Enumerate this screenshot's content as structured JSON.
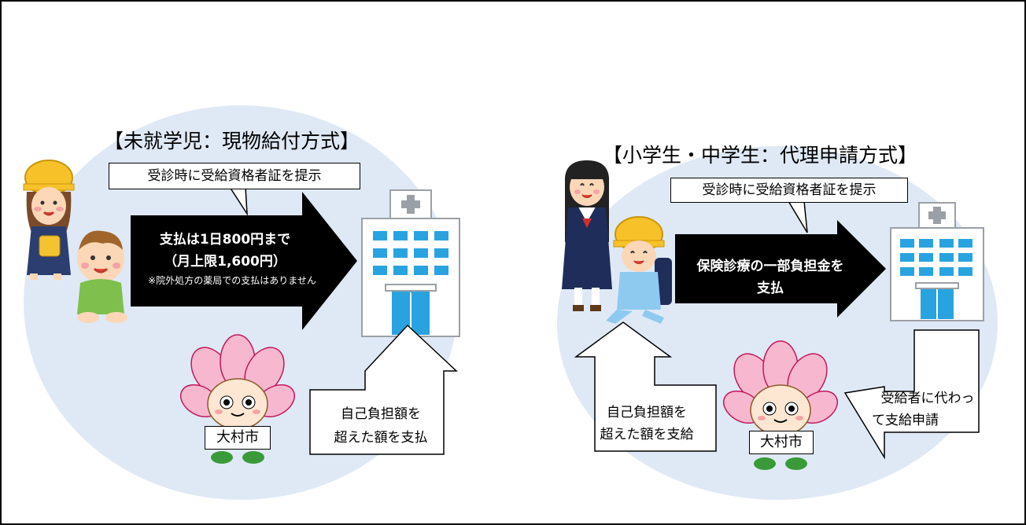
{
  "left": {
    "title": "【未就学児：現物給付方式】",
    "note": "受診時に受給資格者証を提示",
    "arrow_line1": "支払は1日800円まで",
    "arrow_line2": "（月上限1,600円）",
    "arrow_note": "※院外処方の薬局での支払はありません",
    "return_line1": "自己負担額を",
    "return_line2": "超えた額を支払",
    "city_label": "大村市"
  },
  "right": {
    "title": "【小学生・中学生：代理申請方式】",
    "note": "受診時に受給資格者証を提示",
    "arrow_line1": "保険診療の一部負担金を",
    "arrow_line2": "支払",
    "return_line1": "自己負担額を",
    "return_line2": "超えた額を支給",
    "apply_line1": "受給者に代わっ",
    "apply_line2": "て支給申請",
    "city_label": "大村市"
  },
  "colors": {
    "circle_bg": "#dfe9f5",
    "arrow": "#000000",
    "hospital_blue": "#29a3e0",
    "hospital_body": "#ffffff",
    "cross": "#9aa0a6"
  }
}
